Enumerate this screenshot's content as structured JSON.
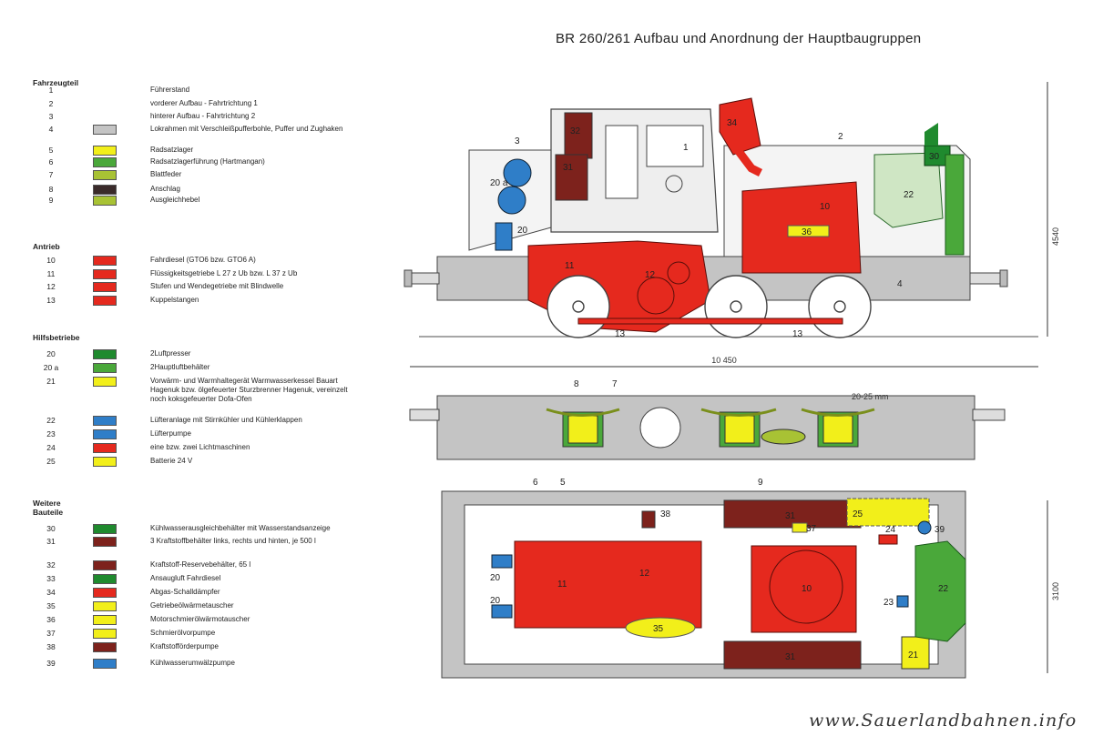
{
  "title": "BR 260/261 Aufbau und Anordnung der Hauptbaugruppen",
  "colors": {
    "grey": "#c4c4c4",
    "yellow": "#f2ef1a",
    "green": "#4aa83a",
    "olive": "#a8c234",
    "darkbrown": "#3a2a2a",
    "red": "#e5291e",
    "blue": "#2f7ec8",
    "darkred": "#7d221c",
    "darkgreen": "#1f8a2e"
  },
  "sections": [
    {
      "label": "Fahrzeugteil",
      "items": [
        {
          "num": "1",
          "swatch": "",
          "label": "Führerstand"
        },
        {
          "num": "2",
          "swatch": "",
          "label": "vorderer Aufbau - Fahrtrichtung 1"
        },
        {
          "num": "3",
          "swatch": "",
          "label": "hinterer Aufbau - Fahrtrichtung 2"
        },
        {
          "num": "4",
          "swatch": "grey",
          "label": "Lokrahmen mit Verschleißpufferbohle, Puffer und Zughaken"
        },
        {
          "num": "5",
          "swatch": "yellow",
          "label": "Radsatzlager"
        },
        {
          "num": "6",
          "swatch": "green",
          "label": "Radsatzlagerführung (Hartmangan)"
        },
        {
          "num": "7",
          "swatch": "olive",
          "label": "Blattfeder"
        },
        {
          "num": "8",
          "swatch": "darkbrown",
          "label": "Anschlag"
        },
        {
          "num": "9",
          "swatch": "olive",
          "label": "Ausgleichhebel"
        }
      ]
    },
    {
      "label": "Antrieb",
      "items": [
        {
          "num": "10",
          "swatch": "red",
          "label": "Fahrdiesel (GTO6 bzw. GTO6 A)"
        },
        {
          "num": "11",
          "swatch": "red",
          "label": "Flüssigkeitsgetriebe L 27 z Ub bzw. L 37 z Ub"
        },
        {
          "num": "12",
          "swatch": "red",
          "label": "Stufen und Wendegetriebe mit Blindwelle"
        },
        {
          "num": "13",
          "swatch": "red",
          "label": "Kuppelstangen"
        }
      ]
    },
    {
      "label": "Hilfsbetriebe",
      "items": [
        {
          "num": "20",
          "swatch": "darkgreen",
          "label": "2Luftpresser"
        },
        {
          "num": "20 a",
          "swatch": "green",
          "label": "2Hauptluftbehälter"
        },
        {
          "num": "21",
          "swatch": "yellow",
          "label": "Vorwärm- und Warmhaltegerät Warmwasserkessel Bauart Hagenuk bzw. ölgefeuerter Sturzbrenner Hagenuk, vereinzelt noch koksgefeuerter Dofa-Ofen"
        },
        {
          "num": "22",
          "swatch": "blue",
          "label": "Lüfteranlage mit Stirnkühler und Kühlerklappen"
        },
        {
          "num": "23",
          "swatch": "blue",
          "label": "Lüfterpumpe"
        },
        {
          "num": "24",
          "swatch": "red",
          "label": "eine bzw. zwei Lichtmaschinen"
        },
        {
          "num": "25",
          "swatch": "yellow",
          "label": "Batterie 24 V"
        }
      ]
    },
    {
      "label": "Weitere Bauteile",
      "items": [
        {
          "num": "30",
          "swatch": "darkgreen",
          "label": "Kühlwasserausgleichbehälter mit Wasserstandsanzeige"
        },
        {
          "num": "31",
          "swatch": "darkred",
          "label": "3 Kraftstoffbehälter links, rechts und hinten, je 500 l"
        },
        {
          "num": "32",
          "swatch": "darkred",
          "label": "Kraftstoff-Reservebehälter, 65 l"
        },
        {
          "num": "33",
          "swatch": "darkgreen",
          "label": "Ansaugluft Fahrdiesel"
        },
        {
          "num": "34",
          "swatch": "red",
          "label": "Abgas-Schalldämpfer"
        },
        {
          "num": "35",
          "swatch": "yellow",
          "label": "Getriebeölwärmetauscher"
        },
        {
          "num": "36",
          "swatch": "yellow",
          "label": "Motorschmierölwärmotauscher"
        },
        {
          "num": "37",
          "swatch": "yellow",
          "label": "Schmierölvorpumpe"
        },
        {
          "num": "38",
          "swatch": "darkred",
          "label": "Kraftstofförderpumpe"
        },
        {
          "num": "39",
          "swatch": "blue",
          "label": "Kühlwasserumwälzpumpe"
        }
      ]
    }
  ],
  "diagram": {
    "labels": [
      "1",
      "2",
      "3",
      "4",
      "5",
      "6",
      "7",
      "8",
      "9",
      "10",
      "11",
      "12",
      "13",
      "20",
      "20 a",
      "21",
      "22",
      "23",
      "24",
      "25",
      "30",
      "31",
      "32",
      "34",
      "35",
      "36",
      "37",
      "38",
      "39"
    ],
    "side_view": {
      "dim_height": "4540",
      "dim_length": "10 450"
    },
    "spring_view": {
      "dim_spring": "20-25 mm"
    },
    "top_view": {
      "dim_width": "3100"
    }
  },
  "watermark": "www.Sauerlandbahnen.info"
}
